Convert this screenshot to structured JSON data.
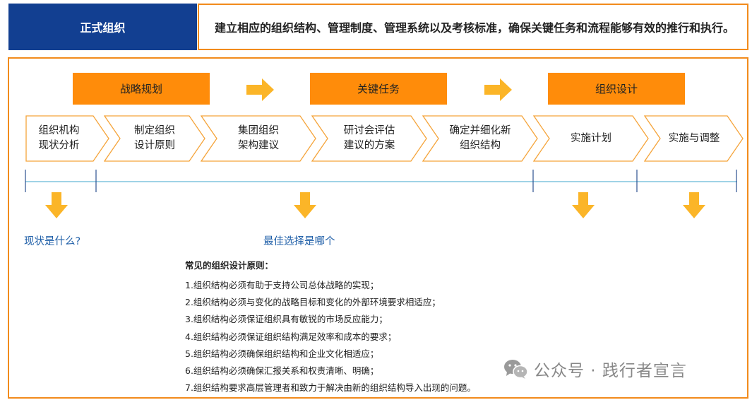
{
  "header": {
    "label": "正式组织",
    "description": "建立相应的组织结构、管理制度、管理系统以及考核标准，确保关键任务和流程能够有效的推行和执行。"
  },
  "phases": [
    {
      "label": "战略规划"
    },
    {
      "label": "关键任务"
    },
    {
      "label": "组织设计"
    }
  ],
  "steps": [
    {
      "label": "组织机构\n现状分析"
    },
    {
      "label": "制定组织\n设计原则"
    },
    {
      "label": "集团组织\n架构建议"
    },
    {
      "label": "研讨会评估\n建议的方案"
    },
    {
      "label": "确定并细化新\n组织结构"
    },
    {
      "label": "实施计划"
    },
    {
      "label": "实施与调整"
    }
  ],
  "questions": {
    "current_state": "现状是什么?",
    "best_choice": "最佳选择是哪个"
  },
  "principles": {
    "title": "常见的组织设计原则：",
    "items": [
      "1.组织结构必须有助于支持公司总体战略的实现；",
      "2.组织结构必须与变化的战略目标和变化的外部环境要求相适应；",
      "3.组织结构必须保证组织具有敏锐的市场反应能力；",
      "4.组织结构必须保证组织结构满足效率和成本的要求；",
      "5.组织结构必须确保组织结构和企业文化相适应；",
      "6.组织结构必须确保汇报关系和权责清晰、明确；",
      "7.组织结构要求高层管理者和致力于解决由新的组织结构导入出现的问题。"
    ]
  },
  "watermark": {
    "text": "公众号 · 践行者宣言",
    "icon": "wechat-icon"
  },
  "colors": {
    "navy": "#123f91",
    "orange": "#ff8c0a",
    "border_orange": "#f28b1c",
    "arrow_yellow": "#fbb528",
    "timeline": "#9fd3e6",
    "question_blue": "#1f5fa8"
  }
}
